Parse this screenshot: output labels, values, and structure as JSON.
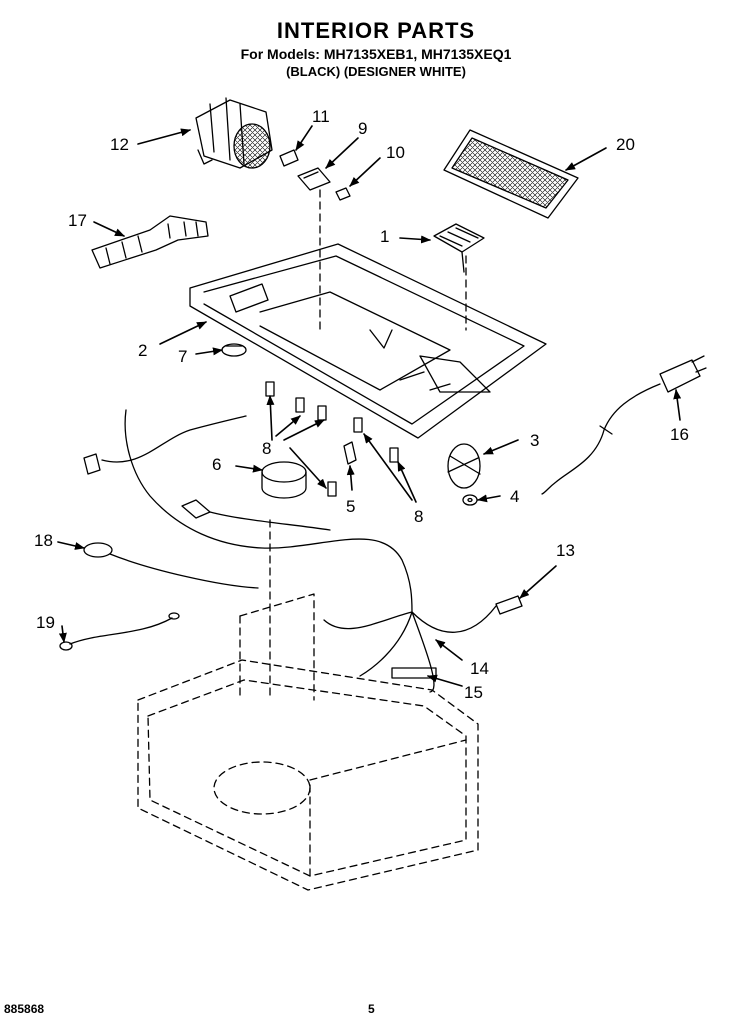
{
  "header": {
    "title": "INTERIOR PARTS",
    "models": "For Models: MH7135XEB1, MH7135XEQ1",
    "variants": "(BLACK)    (DESIGNER WHITE)"
  },
  "callouts": [
    "12",
    "11",
    "9",
    "10",
    "20",
    "17",
    "1",
    "2",
    "7",
    "3",
    "16",
    "6",
    "8",
    "5",
    "8",
    "4",
    "18",
    "13",
    "19",
    "14",
    "15"
  ],
  "footer": {
    "doc_number": "885868",
    "page": "5"
  }
}
